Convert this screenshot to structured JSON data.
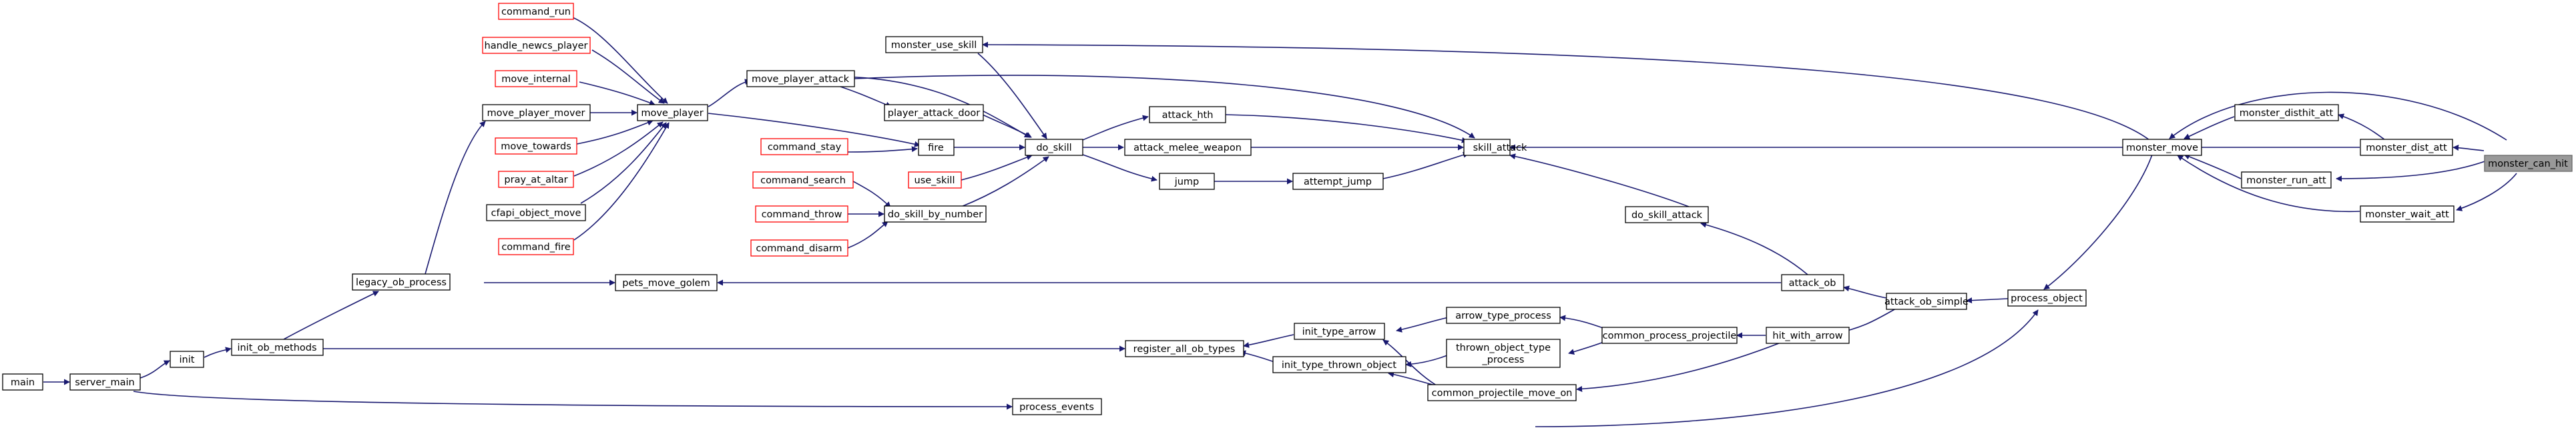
{
  "nodes": {
    "main": "main",
    "server_main": "server_main",
    "init": "init",
    "init_ob_methods": "init_ob_methods",
    "legacy_ob_process": "legacy_ob_process",
    "move_player_mover": "move_player_mover",
    "cfapi_object_move": "cfapi_object_move",
    "command_run": "command_run",
    "handle_newcs_player": "handle_newcs_player",
    "move_internal": "move_internal",
    "move_towards": "move_towards",
    "pray_at_altar": "pray_at_altar",
    "command_fire": "command_fire",
    "move_player": "move_player",
    "pets_move_golem": "pets_move_golem",
    "move_player_attack": "move_player_attack",
    "command_stay": "command_stay",
    "command_search": "command_search",
    "command_throw": "command_throw",
    "command_disarm": "command_disarm",
    "use_skill": "use_skill",
    "monster_use_skill": "monster_use_skill",
    "player_attack_door": "player_attack_door",
    "fire": "fire",
    "do_skill_by_number": "do_skill_by_number",
    "do_skill": "do_skill",
    "attack_hth": "attack_hth",
    "attack_melee_weapon": "attack_melee_weapon",
    "jump": "jump",
    "attempt_jump": "attempt_jump",
    "register_all_ob_types": "register_all_ob_types",
    "process_events": "process_events",
    "init_type_arrow": "init_type_arrow",
    "init_type_thrown_object": "init_type_thrown_object",
    "arrow_type_process": "arrow_type_process",
    "thrown_object_type_process_line1": "thrown_object_type",
    "thrown_object_type_process_line2": "_process",
    "common_projectile_move_on": "common_projectile_move_on",
    "common_process_projectile": "common_process_projectile",
    "skill_attack": "skill_attack",
    "do_skill_attack": "do_skill_attack",
    "attack_ob": "attack_ob",
    "hit_with_arrow": "hit_with_arrow",
    "attack_ob_simple": "attack_ob_simple",
    "process_object": "process_object",
    "monster_move": "monster_move",
    "monster_disthit_att": "monster_disthit_att",
    "monster_run_att": "monster_run_att",
    "monster_wait_att": "monster_wait_att",
    "monster_dist_att": "monster_dist_att",
    "monster_can_hit": "monster_can_hit"
  },
  "colors": {
    "edge": "#191970",
    "node_border": "#000000",
    "node_border_unverified": "#ff0000",
    "focus_fill": "#999999",
    "focus_border": "#666666",
    "background": "#ffffff"
  }
}
